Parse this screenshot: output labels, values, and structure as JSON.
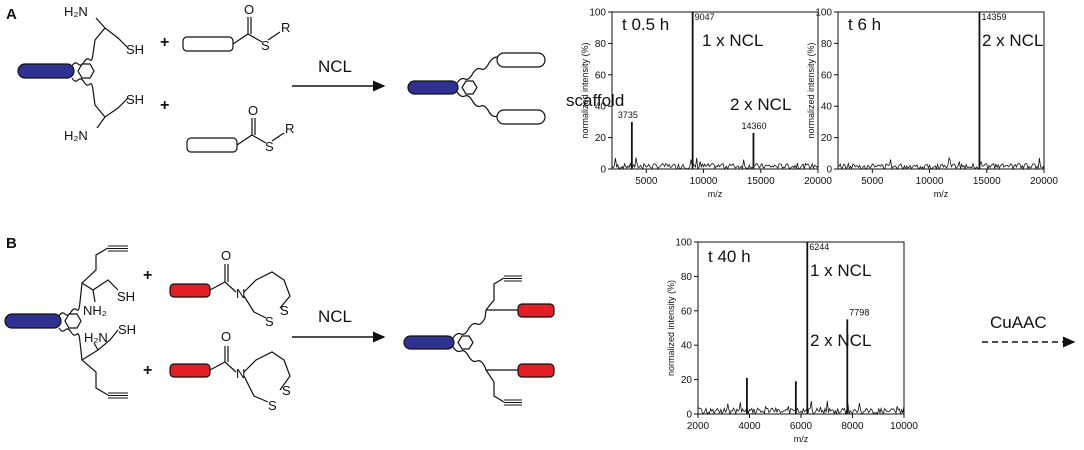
{
  "panel_a": {
    "label": "A",
    "amine": "H₂N",
    "thiol": "SH",
    "amine2": "H₂N",
    "thiol2": "SH",
    "plus1": "+",
    "plus2": "+",
    "r1": "R",
    "r2": "R",
    "thioester_s1": "S",
    "thioester_s2": "S",
    "carbonyl_o1": "O",
    "carbonyl_o2": "O",
    "arrow_label": "NCL"
  },
  "panel_b": {
    "label": "B",
    "nh2": "NH₂",
    "sh1": "SH",
    "h2n": "H₂N",
    "sh2": "SH",
    "plus1": "+",
    "plus2": "+",
    "o1": "O",
    "o2": "O",
    "n1": "N",
    "n2": "N",
    "s1a": "S",
    "s1b": "S",
    "s2a": "S",
    "s2b": "S",
    "arrow_label": "NCL",
    "next_label": "CuAAC"
  },
  "colors": {
    "scaffold": "#2e3192",
    "red_peptide": "#e31e24",
    "ink": "#111111"
  },
  "chart_data": [
    {
      "type": "line",
      "title": "t 0.5 h",
      "xlabel": "m/z",
      "ylabel": "normalized intensity (%)",
      "xlim": [
        2000,
        20000
      ],
      "ylim": [
        0,
        100
      ],
      "xticks": [
        "5000",
        "10000",
        "15000",
        "20000"
      ],
      "yticks": [
        "0",
        "20",
        "40",
        "60",
        "80",
        "100"
      ],
      "peaks": [
        {
          "x": 3735,
          "y": 30,
          "label": "3735"
        },
        {
          "x": 9047,
          "y": 100,
          "label": "9047"
        },
        {
          "x": 14360,
          "y": 23,
          "label": "14360"
        }
      ],
      "annotations": [
        "scaffold",
        "1 x NCL",
        "2 x NCL"
      ]
    },
    {
      "type": "line",
      "title": "t 6 h",
      "xlabel": "m/z",
      "ylabel": "normalized intensity (%)",
      "xlim": [
        2000,
        20000
      ],
      "ylim": [
        0,
        100
      ],
      "xticks": [
        "5000",
        "10000",
        "15000",
        "20000"
      ],
      "yticks": [
        "0",
        "20",
        "40",
        "60",
        "80",
        "100"
      ],
      "peaks": [
        {
          "x": 14359,
          "y": 100,
          "label": "14359"
        }
      ],
      "annotations": [
        "2 x NCL"
      ]
    },
    {
      "type": "line",
      "title": "t 40 h",
      "xlabel": "m/z",
      "ylabel": "normalized intensity (%)",
      "xlim": [
        2000,
        10000
      ],
      "ylim": [
        0,
        100
      ],
      "xticks": [
        "2000",
        "4000",
        "6000",
        "8000",
        "10000"
      ],
      "yticks": [
        "0",
        "20",
        "40",
        "60",
        "80",
        "100"
      ],
      "peaks": [
        {
          "x": 6244,
          "y": 100,
          "label": "6244"
        },
        {
          "x": 7798,
          "y": 55,
          "label": "7798"
        },
        {
          "x": 3900,
          "y": 21,
          "label": ""
        },
        {
          "x": 5800,
          "y": 19,
          "label": ""
        }
      ],
      "annotations": [
        "1 x NCL",
        "2 x NCL"
      ]
    }
  ]
}
